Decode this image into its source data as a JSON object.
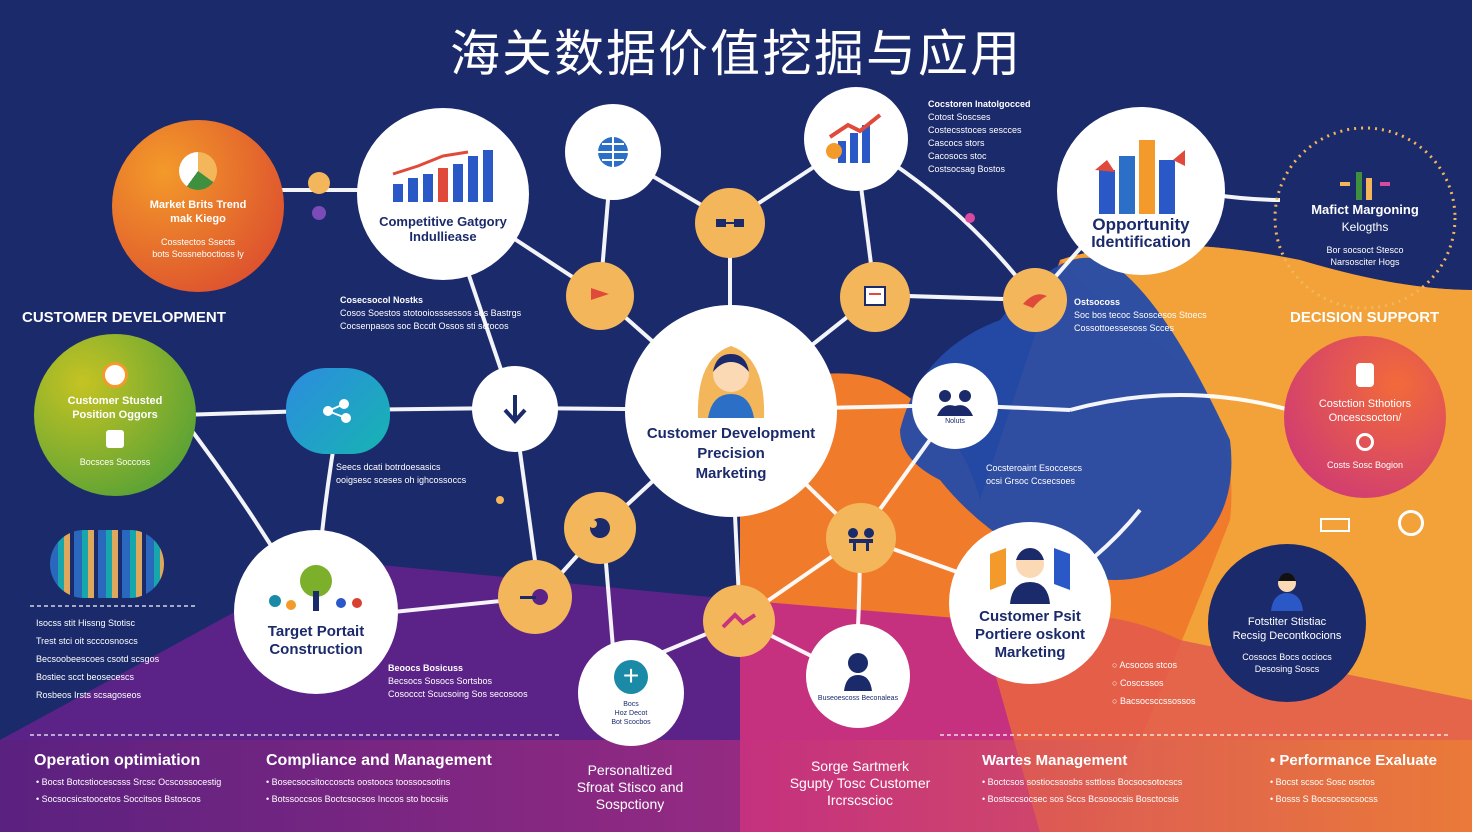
{
  "title": "海关数据价值挖掘与应用",
  "colors": {
    "navy": "#1b2a6b",
    "accent": "#f3b65b",
    "orange": "#e9592b",
    "magenta": "#c8327f"
  },
  "side_labels": {
    "left": "CUSTOMER DEVELOPMENT",
    "right": "DECISION SUPPORT"
  },
  "center": {
    "line1": "Customer Development",
    "line2": "Precision",
    "line3": "Marketing"
  },
  "nodes": {
    "market_trend": {
      "title1": "Market Brits Trend",
      "title2": "mak Kiego",
      "sub1": "Cosstectos Ssects",
      "sub2": "bots Sossneboctioss ly"
    },
    "competitive": {
      "line1": "Competitive Gatgory",
      "line2": "Indulliease"
    },
    "opportunity": {
      "line1": "Opportunity",
      "line2": "Identification"
    },
    "market_margin": {
      "title1": "Mafict Margoning",
      "title2": "Kelogths",
      "sub1": "Bor socsoct Stesco",
      "sub2": "Narsosciter Hogs"
    },
    "customer_positioning": {
      "title1": "Customer Stusted",
      "title2": "Position Oggors",
      "sub": "Bocsces Soccoss"
    },
    "target_portrait": {
      "line1": "Target Portait",
      "line2": "Construction"
    },
    "customer_portrait": {
      "line1": "Customer Psit",
      "line2": "Portiere oskont",
      "line3": "Marketing"
    },
    "customer_solutions": {
      "title1": "Costction Sthotiors",
      "title2": "Oncescsocton/",
      "sub": "Costs Sosc Bogion"
    },
    "decision_node": {
      "line1": "Fotstiter Stistiac",
      "line2": "Recsig Decontkocions",
      "sub1": "Cossocs Bocs occiocs",
      "sub2": "Desosing Soscs"
    },
    "plus_node": {
      "line1": "Bocs",
      "line2": "Hoz Decot",
      "line3": "Bot Scocbos"
    },
    "person_node": {
      "line1": "Buseoescoss Beconaleas"
    },
    "arm_node": {
      "line1": "Noluts"
    }
  },
  "notes": {
    "top_left": {
      "h": "Cosecsocol Nostks",
      "l1": "Cosos Soestos stotooiosssessos sos Bastrgs",
      "l2": "Cocsenpasos soc Bccdt Ossos sti sctocos"
    },
    "top_right": {
      "h": "Cocstoren Inatolgocced",
      "l1": "Cotost Soscses",
      "l2": "Costecsstoces sescces",
      "l3": "Cascocs stors",
      "l4": "Cacosocs stoc",
      "l5": "Costsocsag Bostos"
    },
    "mid_right": {
      "h": "Ostsocoss",
      "l1": "Soc bos tecoc Ssoscesos Stoecs",
      "l2": "Cossottoessesoss Scces"
    },
    "mid_left": {
      "l1": "Seecs dcati botrdoesasics",
      "l2": "ooigsesc sceses oh ighcossoccs"
    },
    "mid_center_right": {
      "l1": "Cocsteroaint Esoccescs",
      "l2": "ocsi Grsoc Ccsecsoes"
    },
    "bottom_center_left": {
      "h": "Beoocs Bosicuss",
      "l1": "Becsocs Sosocs Sortsbos",
      "l2": "Cosoccct Scucsoing Sos secosoos"
    },
    "left_list": {
      "l1": "Isocss stit Hissng Stotisc",
      "l2": "Trest stci oit scccosnoscs",
      "l3": "Becsoobeescoes csotd scsgos",
      "l4": "Bostiec scct beosecescs",
      "l5": "Rosbeos Irsts scsagoseos"
    },
    "right_list": {
      "l1": "Acsocos stcos",
      "l2": "Cosccssos",
      "l3": "Bacsocsccssossos"
    }
  },
  "bottom": {
    "col1": {
      "h": "Operation optimiation",
      "i1": "Bocst Botcstiocescsss Srcsc Ocscossocestig",
      "i2": "Socsocsicstoocetos Soccitsos Bstoscos"
    },
    "col2": {
      "h": "Compliance and Management",
      "i1": "Bosecsocsitoccoscts oostoocs toossocsotins",
      "i2": "Botssoccsos Boctcsocsos Inccos sto bocsiis"
    },
    "col3": {
      "h1": "Personaltized",
      "h2": "Sfroat Stisco and",
      "h3": "Sospctiony"
    },
    "col4": {
      "h1": "Sorge Sartmerk",
      "h2": "Sgupty  Tosc Customer",
      "h3": "Ircrscscioc"
    },
    "col5": {
      "h": "Wartes Management",
      "i1": "Boctcsos sostiocssosbs ssttloss Bocsocsotocscs",
      "i2": "Bostsccsocsec sos Sccs Bcsosocsis Bosctocsis"
    },
    "col6": {
      "h": "Performance Exaluate",
      "i1": "Bocst scsoc Sosc osctos",
      "i2": "Bosss S Bocsocsocsocss"
    }
  }
}
